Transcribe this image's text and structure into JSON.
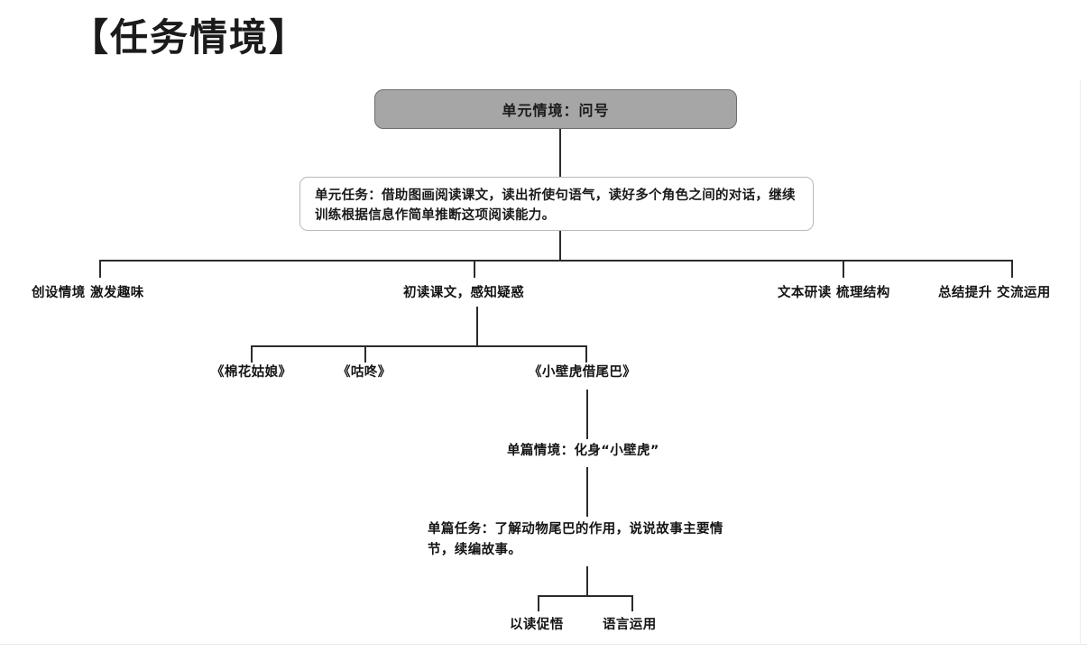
{
  "page": {
    "title": "【任务情境】"
  },
  "unit": {
    "scene_box": "单元情境：问号",
    "task_box": "单元任务：借助图画阅读课文，读出祈使句语气，读好多个角色之间的对话，继续训练根据信息作简单推断这项阅读能力。"
  },
  "stages": [
    {
      "label": "创设情境 激发趣味"
    },
    {
      "label": "初读课文，感知疑惑"
    },
    {
      "label": "文本研读 梳理结构"
    },
    {
      "label": "总结提升 交流运用"
    }
  ],
  "texts": [
    {
      "label": "《棉花姑娘》"
    },
    {
      "label": "《咕咚》"
    },
    {
      "label": "《小壁虎借尾巴》"
    }
  ],
  "single": {
    "scene": "单篇情境：化身“小壁虎”",
    "task_line1": "单篇任务：了解动物尾巴的作用，说说故事主要情",
    "task_line2": "节，续编故事。"
  },
  "methods": [
    {
      "label": "以读促悟"
    },
    {
      "label": "语言运用"
    }
  ],
  "colors": {
    "scene_box_fill": "#a6a6a6",
    "scene_box_border": "#6e6e6e",
    "task_box_border": "#b9b9b9",
    "line": "#2b2b2b",
    "text": "#141414"
  }
}
